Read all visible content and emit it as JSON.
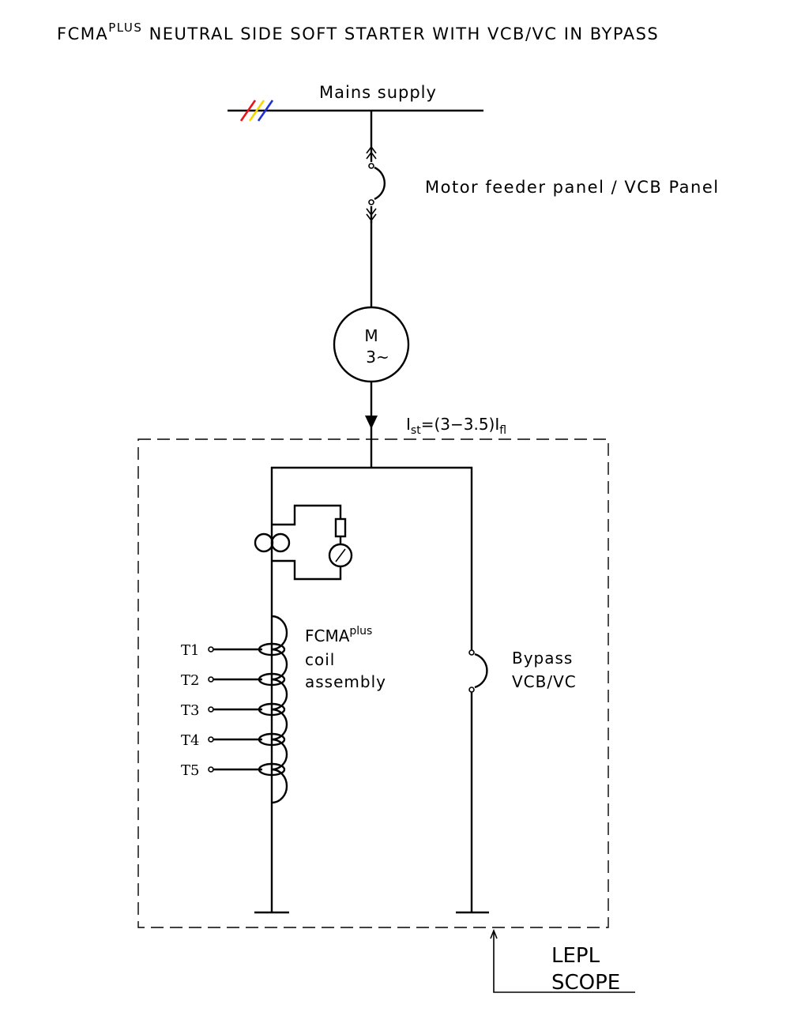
{
  "title": {
    "main": "FCMA",
    "sup": "PLUS",
    "rest": " NEUTRAL SIDE SOFT STARTER WITH VCB/VC IN BYPASS"
  },
  "labels": {
    "mains": "Mains supply",
    "feeder": "Motor feeder panel / VCB Panel",
    "motor_line1": "M",
    "motor_line2": "3~",
    "current_I": "I",
    "current_st": "st",
    "current_mid": "=(3−3.5)I",
    "current_fl": "fl",
    "coil_title": "FCMA",
    "coil_sup": "plus",
    "coil_line2": "coil",
    "coil_line3": "assembly",
    "bypass_line1": "Bypass",
    "bypass_line2": "VCB/VC",
    "scope_line1": "LEPL",
    "scope_line2": "SCOPE"
  },
  "taps": [
    "T1",
    "T2",
    "T3",
    "T4",
    "T5"
  ],
  "phase_colors": [
    "#e8141b",
    "#f5d800",
    "#1e2fd6"
  ]
}
